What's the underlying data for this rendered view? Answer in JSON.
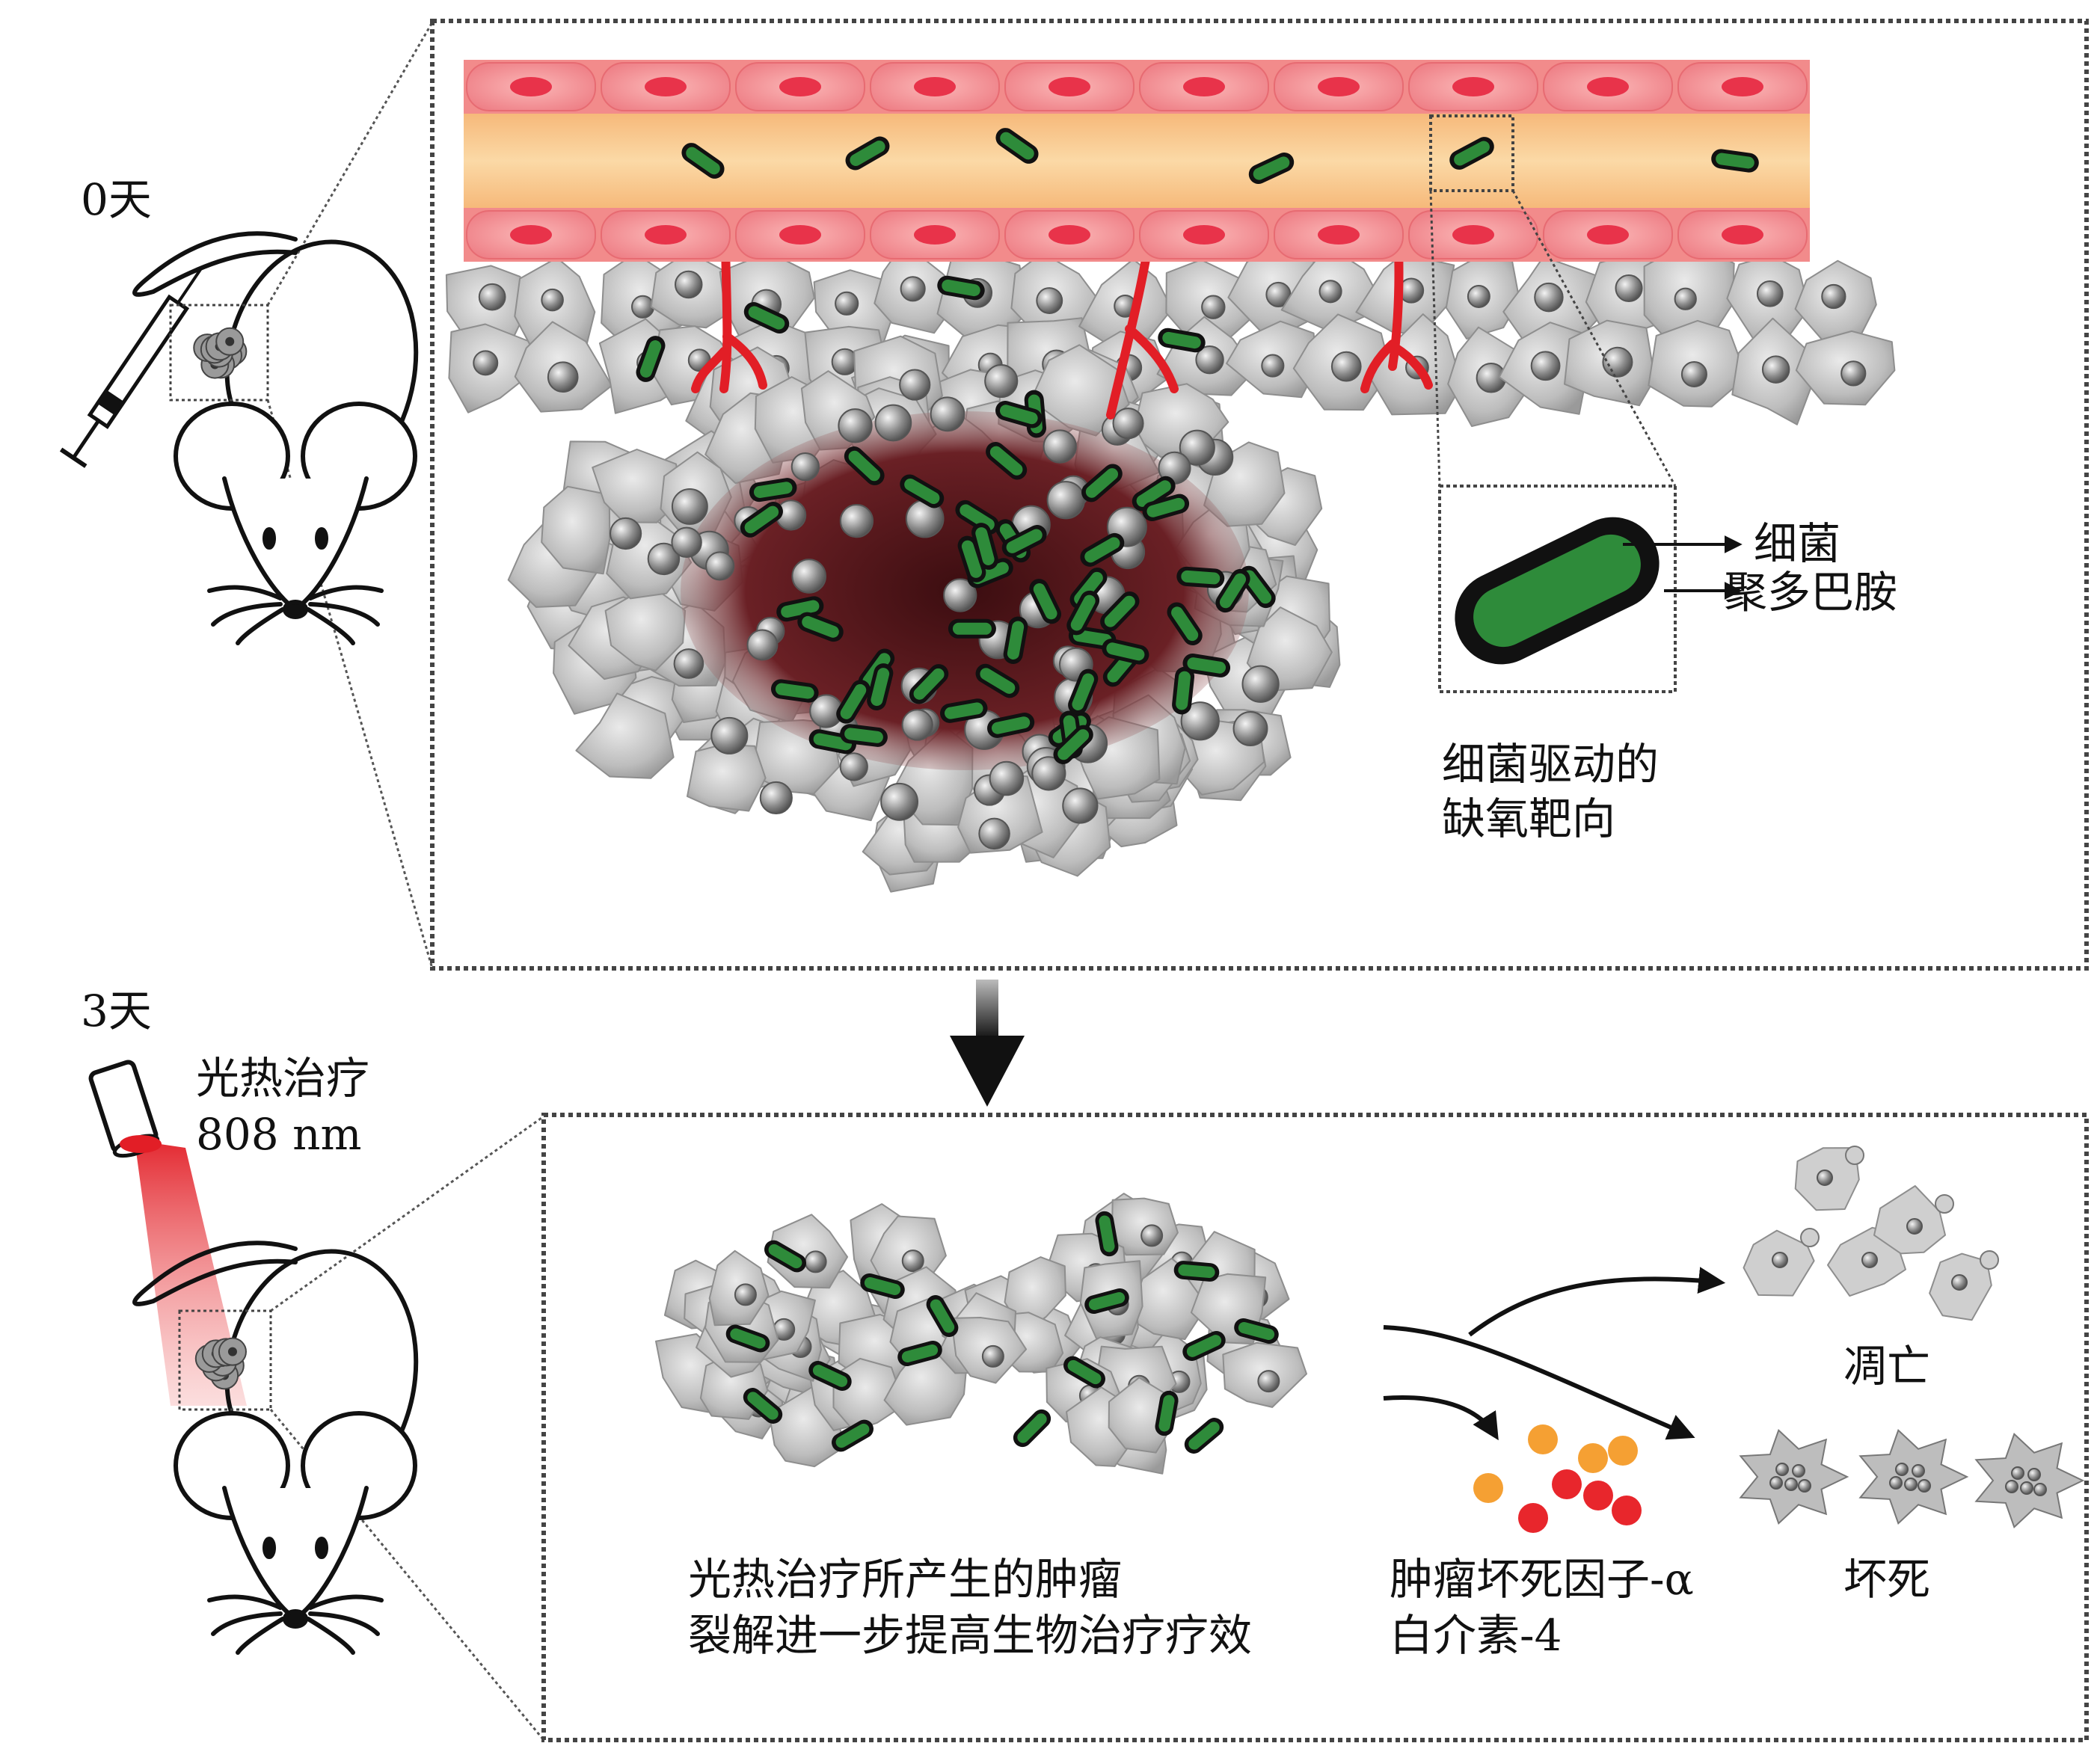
{
  "labels": {
    "day0": "0天",
    "day3": "3天",
    "bacteria": "细菌",
    "polydopamine": "聚多巴胺",
    "hypoxia_line1": "细菌驱动的",
    "hypoxia_line2": "缺氧靶向",
    "ptt": "光热治疗",
    "wavelength": "808 nm",
    "lysis_line1": "光热治疗所产生的肿瘤",
    "lysis_line2": "裂解进一步提高生物治疗疗效",
    "cytokine_line1": "肿瘤坏死因子-α",
    "cytokine_line2": "白介素-4",
    "apoptosis": "凋亡",
    "necrosis": "坏死"
  },
  "colors": {
    "vessel_wall": "#f28b8b",
    "vessel_nucleus": "#e8334a",
    "vessel_lumen": "#f8c98c",
    "bacteria_fill": "#2e8b3a",
    "bacteria_outline": "#111111",
    "tumor_cell": "#b8b8b8",
    "tumor_core": "#4a1518",
    "capillary": "#e21e26",
    "laser": "#e21e26",
    "cytokine_orange": "#f5a033",
    "cytokine_red": "#e8262c",
    "frame": "#444444"
  },
  "icons": [
    "mouse-icon",
    "syringe-icon",
    "laser-icon",
    "arrow-down-icon",
    "bacterium-icon"
  ]
}
